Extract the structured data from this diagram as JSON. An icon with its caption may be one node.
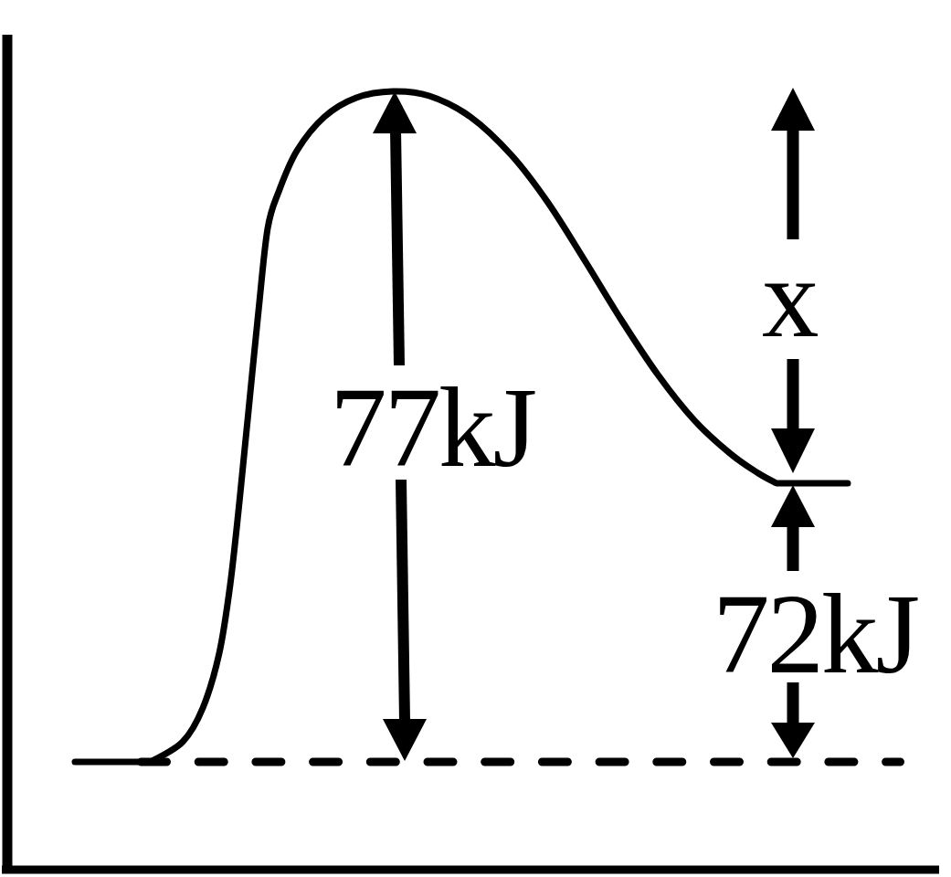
{
  "diagram": {
    "labels": [
      "77kJ",
      "x",
      "72kJ"
    ]
  }
}
